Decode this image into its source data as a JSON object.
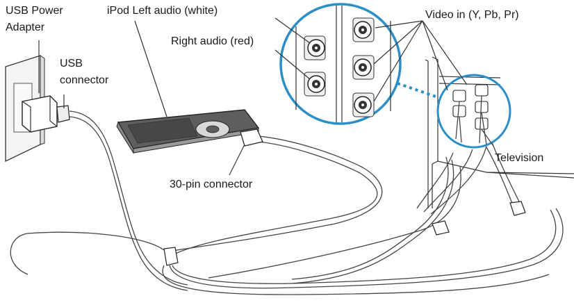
{
  "labels": {
    "usb_power_adapter_line1": "USB Power",
    "usb_power_adapter_line2": "Adapter",
    "usb_connector_line1": "USB",
    "usb_connector_line2": "connector",
    "ipod_left_audio": "iPod Left audio (white)",
    "right_audio": "Right audio (red)",
    "video_in": "Video in (Y, Pb, Pr)",
    "television": "Television",
    "thirty_pin_connector": "30-pin connector"
  },
  "colors": {
    "accent_circle": "#2a8fc7",
    "line_art": "#333333",
    "ipod_body": "#6e6e6e"
  }
}
